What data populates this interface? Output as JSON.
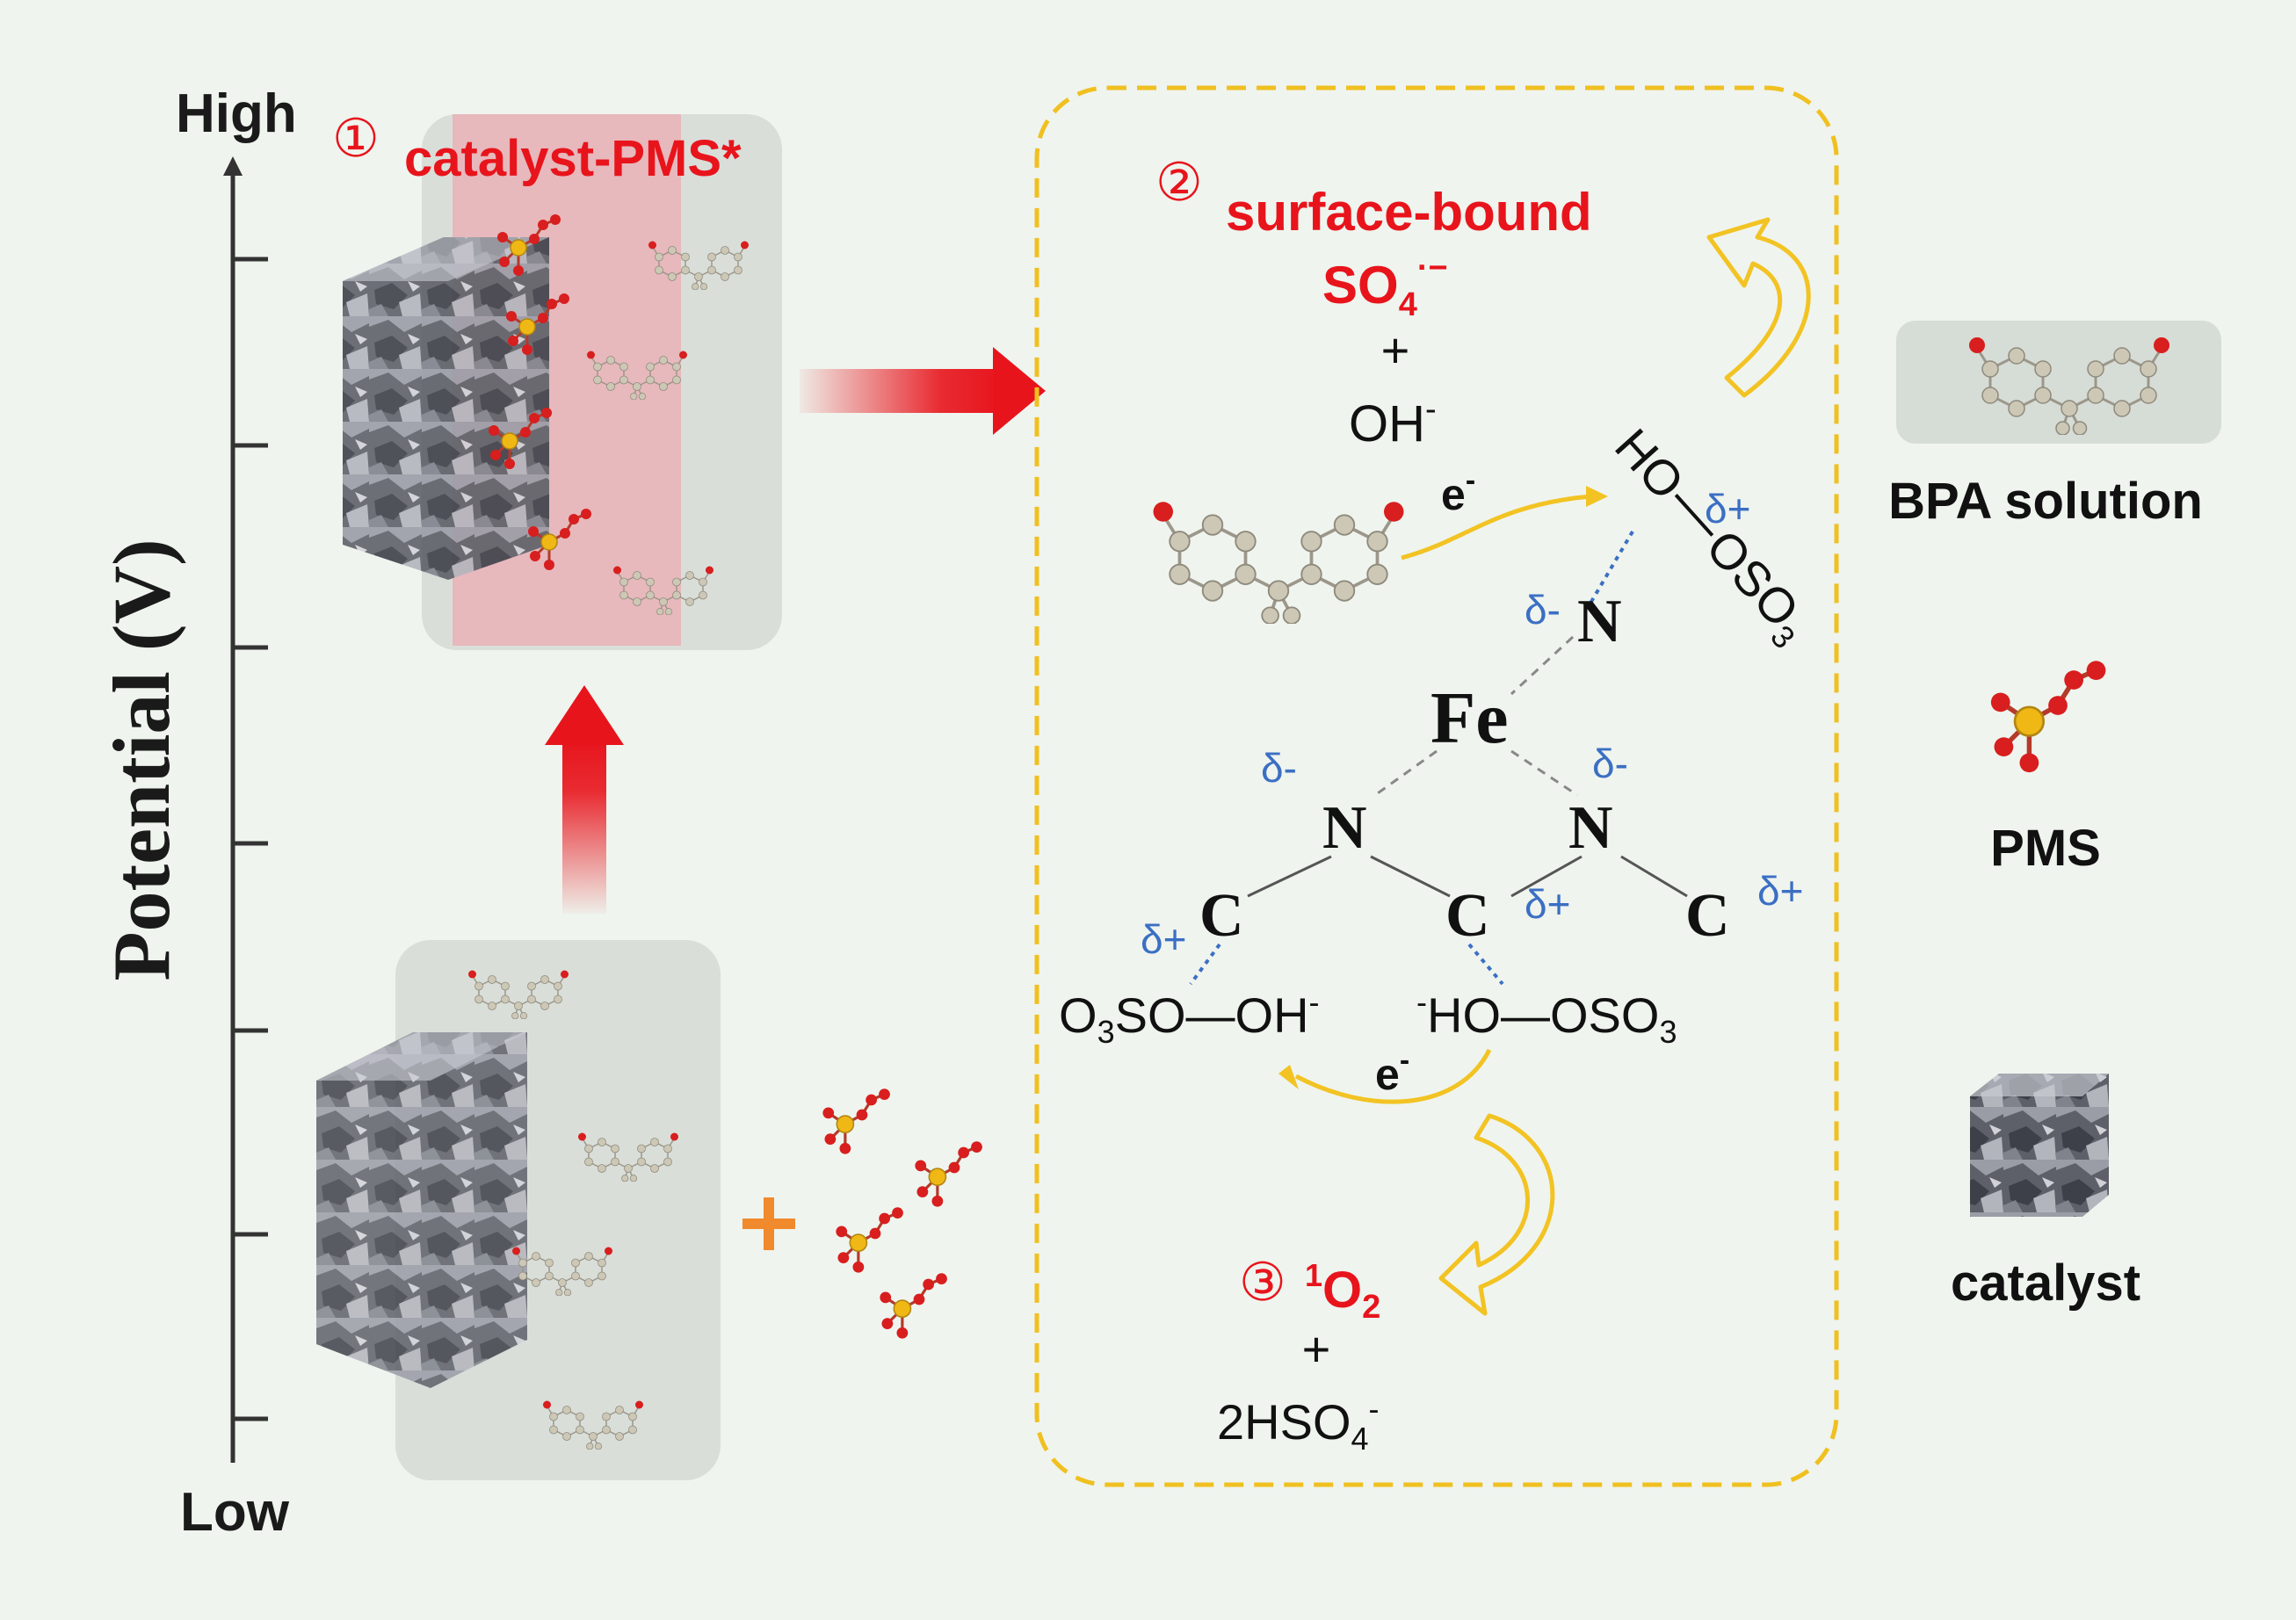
{
  "axis": {
    "label": "Potential (V)",
    "high": "High",
    "low": "Low"
  },
  "step1": {
    "number": "①",
    "label": "catalyst-PMS*"
  },
  "step2": {
    "number": "②",
    "line1": "surface-bound",
    "so4_base": "SO",
    "so4_sub": "4",
    "so4_sup": "·−",
    "plus": "+",
    "oh_base": "OH",
    "oh_sup": "-"
  },
  "step3": {
    "number": "③",
    "o2_sup": "1",
    "o2_base": "O",
    "o2_sub": "2",
    "plus": "+",
    "hso4_base": "2HSO",
    "hso4_sub": "4",
    "hso4_sup": "-"
  },
  "mechanism": {
    "fe": "Fe",
    "n_atom": "N",
    "c_atom": "C",
    "delta_minus": "δ-",
    "delta_plus": "δ+",
    "electron": "e",
    "electron_sup": "-",
    "ho_top": "HO",
    "oso3_top": "OSO",
    "oso3_top_sub": "3",
    "o3so_base": "O",
    "o3so_sub": "3",
    "o3so_rest": "SO",
    "dash": "—",
    "oh_left": "OH",
    "minus": "-",
    "ho_right": "HO",
    "oso3_right": "OSO",
    "oso3_right_sub": "3"
  },
  "legend": {
    "bpa": "BPA solution",
    "pms": "PMS",
    "catalyst": "catalyst"
  },
  "colors": {
    "background": "#eff4ee",
    "highlight_red": "#e8141c",
    "delta_blue": "#3b6fc4",
    "dashed_box": "#f0c020",
    "electron_arrow": "#f2c323",
    "plus_orange": "#f08a2c",
    "pms_sulfur": "#f0b814",
    "pms_oxygen": "#d81e1e",
    "bpa_carbon": "#c8c3b0",
    "solution_gray": "#d7ddd8",
    "catalyst_stone": "#6b6f78"
  }
}
